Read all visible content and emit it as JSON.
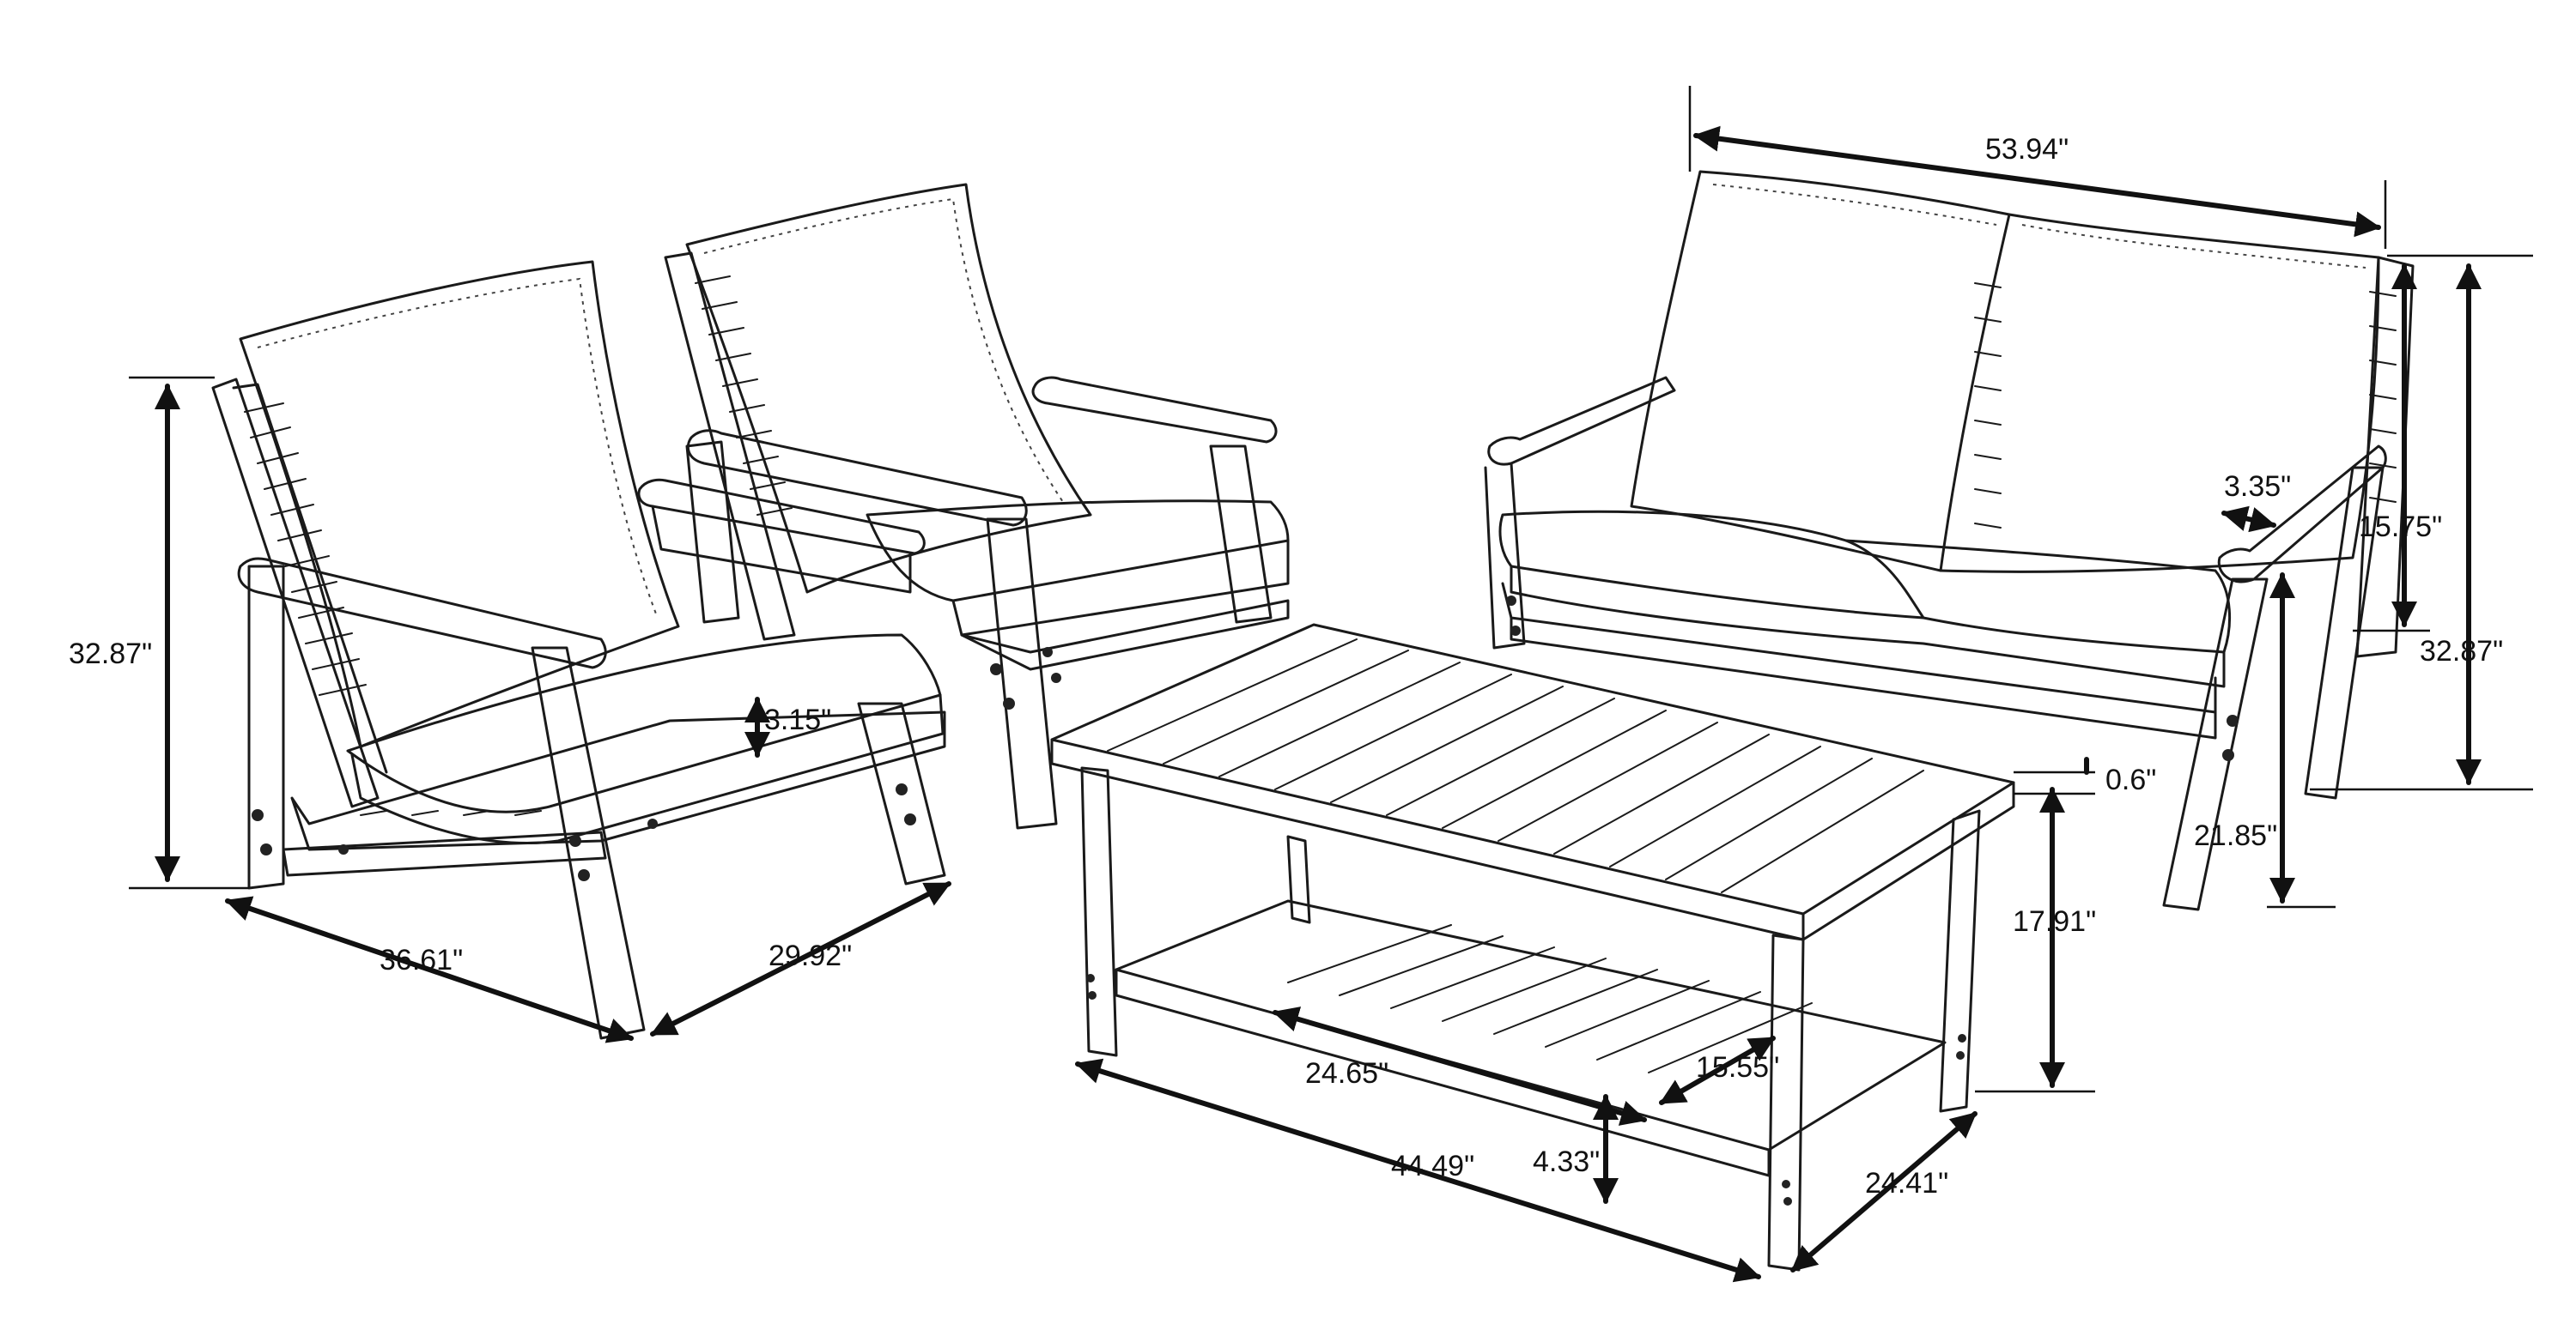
{
  "dimensions": {
    "loveseat_width": "53.94\"",
    "loveseat_back_height": "15.75\"",
    "loveseat_total_height": "32.87\"",
    "loveseat_arm_width": "3.35\"",
    "loveseat_arm_height": "21.85\"",
    "chair_height": "32.87\"",
    "chair_width": "36.61\"",
    "chair_depth": "29.92\"",
    "chair_cushion_thickness": "3.15\"",
    "table_top_thickness": "0.6\"",
    "table_height": "17.91\"",
    "table_shelf_length": "24.65\"",
    "table_shelf_depth": "15.55\"",
    "table_shelf_clearance": "4.33\"",
    "table_length": "44.49\"",
    "table_depth": "24.41\""
  }
}
